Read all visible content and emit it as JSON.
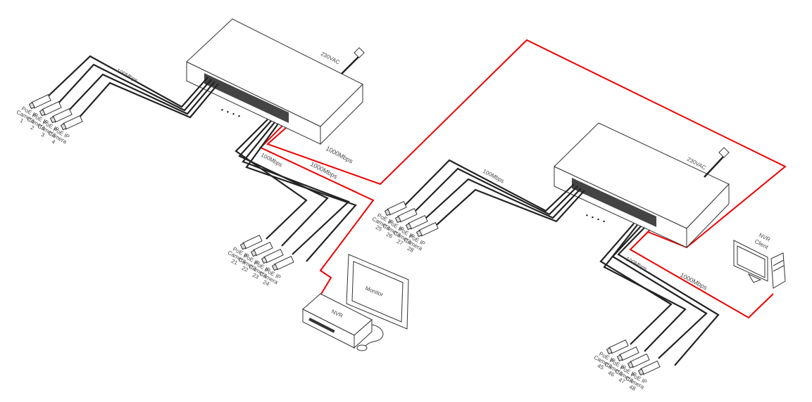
{
  "switch1": {
    "power_label": "230VAC",
    "uplink_label_1": "1000Mbps",
    "uplink_label_2": "1000Mbps",
    "ellipsis": "· · · ·"
  },
  "switch2": {
    "power_label": "230VAC",
    "uplink_label": "1000Mbps",
    "ellipsis": "· · · ·"
  },
  "speed_labels": {
    "group1": "100Mbps",
    "group2": "100Mbps",
    "group3": "100Mbps",
    "group4": "100Mbps"
  },
  "camera_label_line1": "PoE IP",
  "camera_label_line2": "Camera",
  "camera_groups": [
    {
      "numbers": [
        "1",
        "2",
        "3",
        "4"
      ]
    },
    {
      "numbers": [
        "21",
        "22",
        "23",
        "24"
      ]
    },
    {
      "numbers": [
        "25",
        "26",
        "27",
        "28"
      ]
    },
    {
      "numbers": [
        "45",
        "46",
        "47",
        "48"
      ]
    }
  ],
  "nvr": {
    "label": "NVR"
  },
  "monitor": {
    "label": "Monitor"
  },
  "nvr_client": {
    "label_line1": "NVR",
    "label_line2": "Client"
  },
  "colors": {
    "uplink": "#ee0000",
    "cable": "#222222"
  }
}
